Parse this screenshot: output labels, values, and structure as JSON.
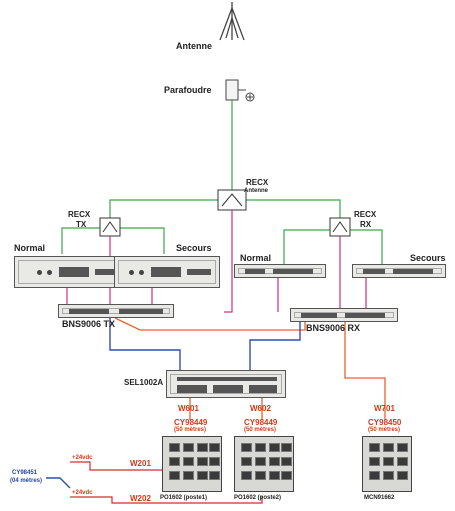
{
  "antenna": {
    "label": "Antenne"
  },
  "surge": {
    "label": "Parafoudre"
  },
  "recx_antenna": {
    "line1": "RECX",
    "line2": "Antenne"
  },
  "recx_tx": {
    "line1": "RECX",
    "line2": "TX"
  },
  "recx_rx": {
    "line1": "RECX",
    "line2": "RX"
  },
  "tx": {
    "normal": "Normal",
    "secours": "Secours",
    "module": "BNS9006 TX"
  },
  "rx": {
    "normal": "Normal",
    "secours": "Secours",
    "module": "BNS9006 RX"
  },
  "selector": {
    "label": "SEL1002A"
  },
  "cables": {
    "w601": "W601",
    "w602": "W602",
    "w701": "W701",
    "w201": "W201",
    "w202": "W202",
    "cy1_line1": "CY98449",
    "cy1_line2": "(50 mètres)",
    "cy2_line1": "CY98449",
    "cy2_line2": "(50 mètres)",
    "cy3_line1": "CY98450",
    "cy3_line2": "(50 mètres)",
    "cy_left_line1": "CY98451",
    "cy_left_line2": "(04 mètres)",
    "v24_a": "+24vdc",
    "v24_b": "+24vdc"
  },
  "posts": {
    "po1": "PO1602 (poste1)",
    "po2": "PO1602 (poste2)",
    "mcn": "MCN91662"
  },
  "colors": {
    "green": "#3aa64a",
    "pink": "#d0307a",
    "blue": "#2f4fb3",
    "orange": "#e8632a",
    "red": "#d42a2a",
    "gray": "#555555"
  }
}
